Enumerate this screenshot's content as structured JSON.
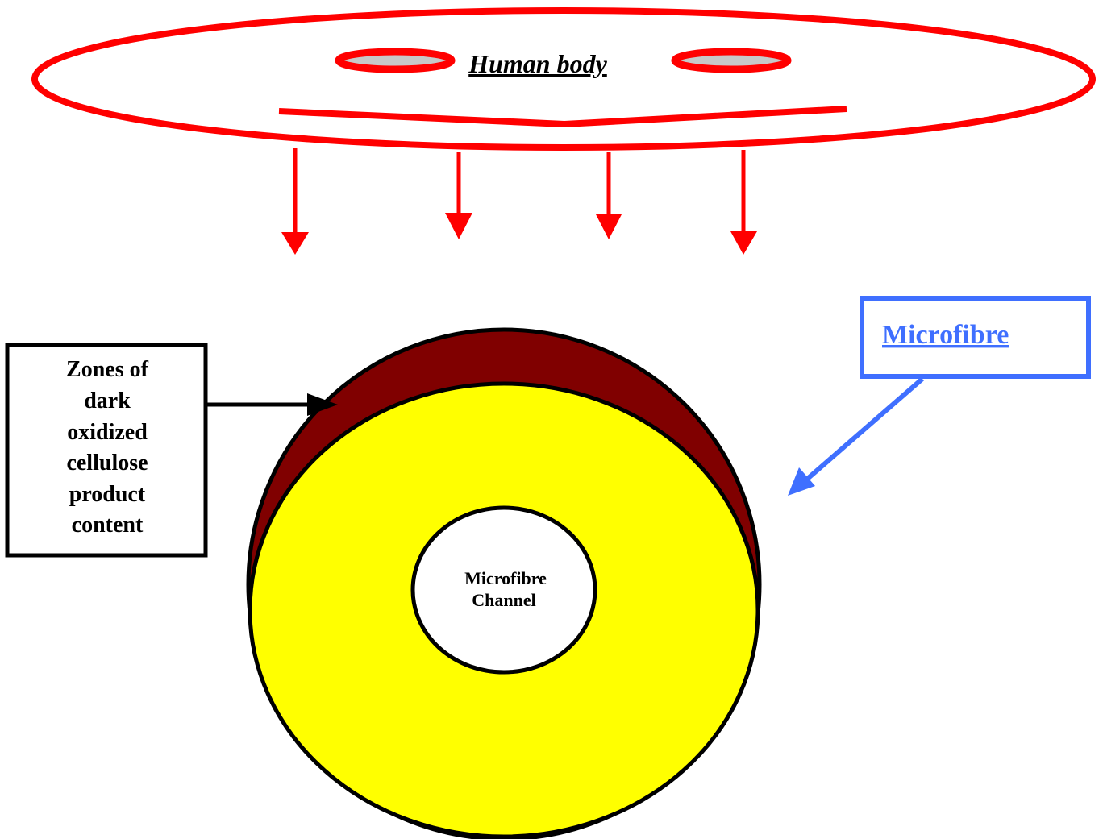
{
  "human_body": {
    "label": "Human body",
    "outline_color": "#ff0000",
    "eye_fill_color": "#c8c8c8"
  },
  "zones_box": {
    "lines": [
      "Zones of",
      "dark",
      "oxidized",
      "cellulose",
      "product",
      "content"
    ]
  },
  "microfibre_box": {
    "label": "Microfibre",
    "color": "#3f6fff"
  },
  "fibre": {
    "fill_color": "#ffff00",
    "oxidized_zone_color": "#800000",
    "channel_lines": [
      "Microfibre",
      "Channel"
    ]
  }
}
